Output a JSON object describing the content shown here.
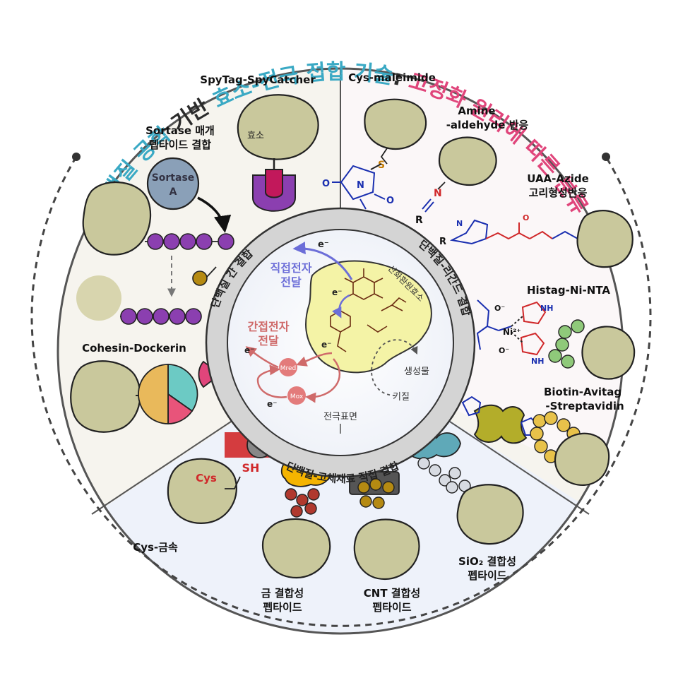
{
  "title": {
    "part1": "단백질 공학 ",
    "part2": "기반 ",
    "part3": "효소-전극 접합 기술",
    "part4": ": ",
    "part5": "고정화 원리에 따른 분류"
  },
  "colors": {
    "teal": "#3aa9c4",
    "pink": "#e0457b",
    "dark": "#2b2b2b",
    "blob": "#c9c89c",
    "purple": "#8b3fb0",
    "enzyme_yellow": "#f4f3a6",
    "direct_arrow": "#6c6ed8",
    "indirect_arrow": "#cf6a6a"
  },
  "sectors": {
    "protein_protein": {
      "ring_label": "단백질 간 결합",
      "spytag": "SpyTag-SpyCatcher",
      "enzyme_label": "효소",
      "sortase_title_1": "Sortase 매개",
      "sortase_title_2": "펩타이드 결합",
      "sortase_enzyme_1": "Sortase",
      "sortase_enzyme_2": "A",
      "cohesin": "Cohesin-Dockerin"
    },
    "protein_ligand": {
      "ring_label": "단백질-리간드 결합",
      "cys_maleimide": "Cys-maleimide",
      "amine_1": "Amine",
      "amine_2": "-aldehyde 반응",
      "uaa_1": "UAA-Azide",
      "uaa_2": "고리형성반응",
      "histag": "Histag-Ni-NTA",
      "biotin_1": "Biotin-Avitag",
      "biotin_2": "-Streptavidin",
      "chem_S": "S",
      "chem_N": "N",
      "chem_O": "O",
      "chem_R": "R",
      "chem_Ni": "Ni²⁺",
      "chem_NH": "NH",
      "chem_Om": "O⁻"
    },
    "protein_solid": {
      "ring_label": "단백질-고체재료 직접 결합",
      "cys_metal": "Cys-금속",
      "cys": "Cys",
      "sh": "SH",
      "gold_1": "금 결합성",
      "gold_2": "펩타이드",
      "cnt_1": "CNT 결합성",
      "cnt_2": "펩타이드",
      "sio2_1": "SiO₂ 결합성",
      "sio2_2": "펩타이드"
    }
  },
  "center": {
    "direct_1": "직접전자",
    "direct_2": "전달",
    "indirect_1": "간접전자",
    "indirect_2": "전달",
    "redox_enzyme": "산화환원효소",
    "product": "생성물",
    "substrate": "기질",
    "electrode_surface": "전극표면",
    "electron": "e⁻",
    "mred": "Mred",
    "mox": "Mox"
  }
}
